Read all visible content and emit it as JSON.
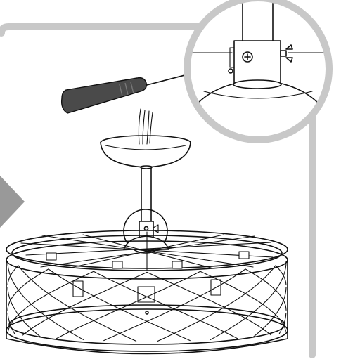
{
  "colors": {
    "frame": "#c8c8c8",
    "arrow": "#999999",
    "ink": "#111111",
    "screwdriver_handle": "#4a4a4a",
    "background": "#ffffff"
  },
  "icons": {
    "arrow": "right-pointing-triangle",
    "screw_head": "phillips-screw",
    "side_fastener": "wing-screw"
  }
}
